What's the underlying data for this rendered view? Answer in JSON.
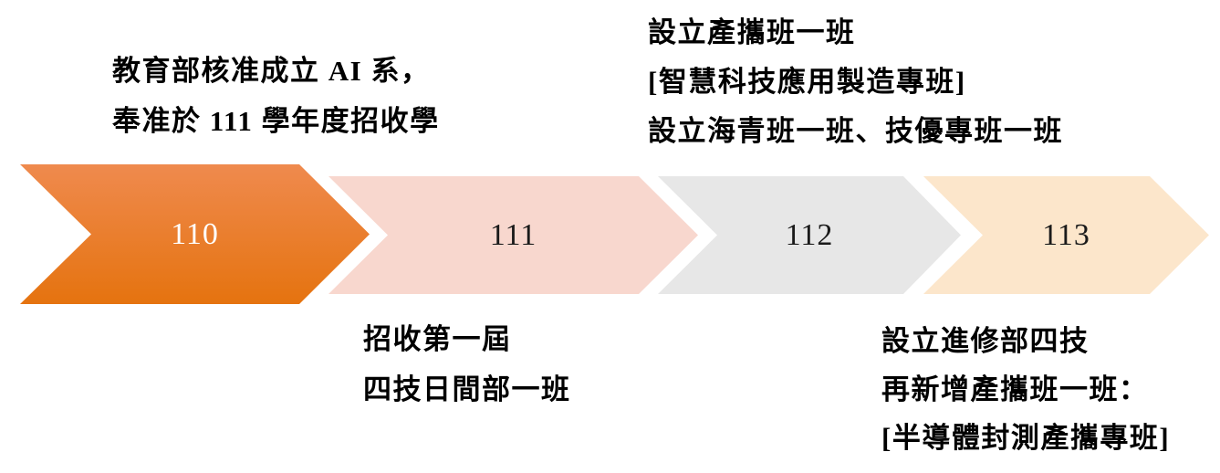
{
  "diagram": {
    "title": "AI department milestones chevron timeline",
    "background_color": "#ffffff",
    "chevrons": [
      {
        "year": "110",
        "fill_top": "#EF8A4E",
        "fill_bottom": "#E5730F",
        "label_color": "#ffffff"
      },
      {
        "year": "111",
        "fill": "#F8D7CE",
        "label_color": "#1a1a1a"
      },
      {
        "year": "112",
        "fill": "#E7E7E7",
        "label_color": "#1a1a1a"
      },
      {
        "year": "113",
        "fill": "#FCE6CB",
        "label_color": "#1a1a1a"
      }
    ],
    "annotations": {
      "above_110": {
        "lines": [
          "教育部核准成立 AI 系，",
          "奉准於 111 學年度招收學"
        ]
      },
      "above_112": {
        "lines": [
          "設立產攜班一班",
          "[智慧科技應用製造專班]",
          "設立海青班一班、技優專班一班"
        ]
      },
      "below_111": {
        "lines": [
          "招收第一屆",
          "四技日間部一班"
        ]
      },
      "below_113": {
        "lines": [
          "設立進修部四技",
          "再新增產攜班一班：",
          "[半導體封測產攜專班]"
        ]
      }
    }
  }
}
